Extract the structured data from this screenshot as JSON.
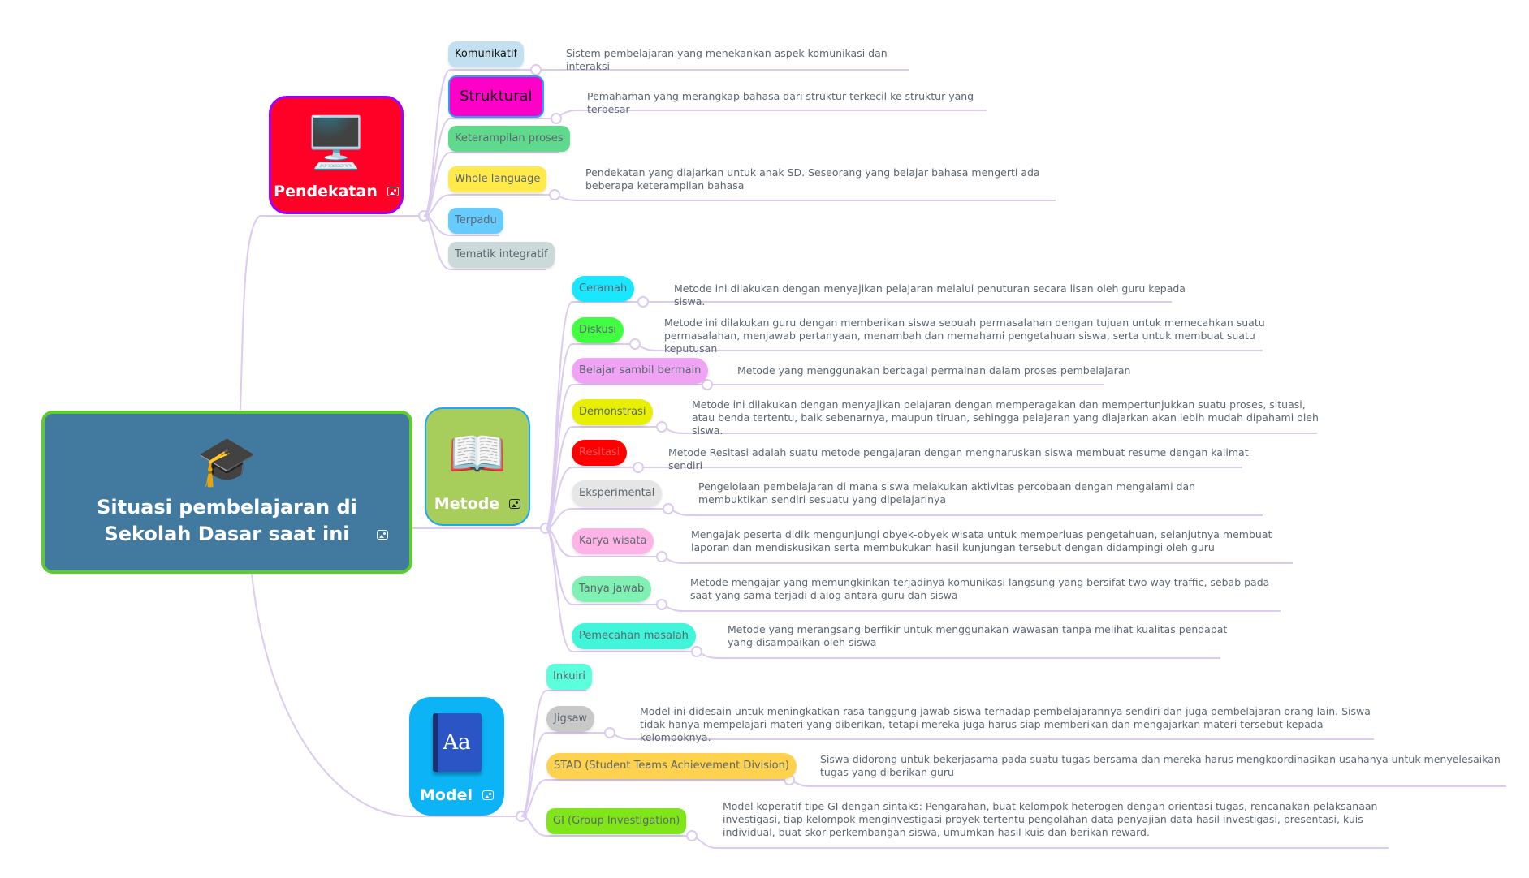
{
  "root": {
    "title": "Situasi pembelajaran di Sekolah Dasar saat ini",
    "icon": "graduation-cap-icon",
    "border_color": "#5ccc2e",
    "bg_color": "#42799f"
  },
  "branches": [
    {
      "label": "Pendekatan",
      "icon": "monitor-icon",
      "bg_color": "#ff0027",
      "border_color": "#a100ff",
      "children": [
        {
          "label": "Komunikatif",
          "color": "#c3e0f0",
          "text_color": "#111111",
          "desc": "Sistem pembelajaran yang menekankan aspek komunikasi dan interaksi"
        },
        {
          "label": "Struktural",
          "color": "#ff00c8",
          "text_color": "#111111",
          "border": "#1aa7ff",
          "desc": "Pemahaman yang merangkap bahasa dari struktur terkecil ke struktur yang terbesar"
        },
        {
          "label": "Keterampilan proses",
          "color": "#5fd98c",
          "desc": ""
        },
        {
          "label": "Whole language",
          "color": "#ffea4a",
          "desc": "Pendekatan yang diajarkan untuk anak SD. Seseorang yang belajar bahasa mengerti ada beberapa keterampilan bahasa"
        },
        {
          "label": "Terpadu",
          "color": "#66ccff",
          "desc": ""
        },
        {
          "label": "Tematik integratif",
          "color": "#ccd9d9",
          "desc": ""
        }
      ]
    },
    {
      "label": "Metode",
      "icon": "open-book-icon",
      "bg_color": "#a7cd5a",
      "border_color": "#1aa7ff",
      "children": [
        {
          "label": "Ceramah",
          "color": "#19e6ff",
          "desc": "Metode ini dilakukan dengan menyajikan pelajaran melalui penuturan secara lisan oleh guru kepada siswa."
        },
        {
          "label": "Diskusi",
          "color": "#40ff40",
          "desc": "Metode ini dilakukan guru dengan memberikan siswa sebuah permasalahan dengan tujuan untuk memecahkan suatu permasalahan, menjawab pertanyaan, menambah dan memahami pengetahuan siswa, serta untuk membuat suatu keputusan"
        },
        {
          "label": "Belajar sambil bermain",
          "color": "#f0a3f5",
          "desc": "Metode yang menggunakan berbagai permainan dalam proses pembelajaran"
        },
        {
          "label": "Demonstrasi",
          "color": "#e6f000",
          "desc": "Metode ini dilakukan dengan menyajikan pelajaran dengan memperagakan dan mempertunjukkan suatu proses, situasi, atau benda tertentu, baik sebenarnya, maupun tiruan, sehingga pelajaran yang diajarkan akan lebih mudah dipahami oleh siswa."
        },
        {
          "label": "Resitasi",
          "color": "#ff0000",
          "text_color": "#e85a5a",
          "desc": "Metode Resitasi adalah suatu metode pengajaran dengan mengharuskan siswa membuat resume dengan kalimat sendiri"
        },
        {
          "label": "Eksperimental",
          "color": "#e6e6e6",
          "desc": "Pengelolaan pembelajaran di mana siswa melakukan aktivitas percobaan dengan mengalami dan membuktikan sendiri sesuatu yang dipelajarinya"
        },
        {
          "label": "Karya wisata",
          "color": "#ffb3e6",
          "desc": "Mengajak peserta didik mengunjungi obyek-obyek wisata untuk memperluas pengetahuan, selanjutnya membuat laporan dan mendiskusikan serta membukukan hasil kunjungan tersebut dengan didampingi oleh guru"
        },
        {
          "label": "Tanya jawab",
          "color": "#80f0b3",
          "desc": "Metode mengajar yang memungkinkan terjadinya komunikasi langsung yang bersifat two way traffic, sebab pada saat yang sama terjadi dialog antara guru dan siswa"
        },
        {
          "label": "Pemecahan masalah",
          "color": "#40f5d9",
          "desc": "Metode yang merangsang berfikir untuk menggunakan wawasan tanpa melihat kualitas pendapat yang disampaikan oleh siswa"
        }
      ]
    },
    {
      "label": "Model",
      "icon": "dictionary-book-icon",
      "bg_color": "#0db4f5",
      "border_color": "#0db4f5",
      "children": [
        {
          "label": "Inkuiri",
          "color": "#5cffdb",
          "desc": ""
        },
        {
          "label": "Jigsaw",
          "color": "#c8c8c8",
          "desc": "Model ini didesain untuk meningkatkan rasa tanggung jawab siswa terhadap pembelajarannya sendiri dan juga pembelajaran orang lain. Siswa tidak hanya mempelajari materi yang diberikan, tetapi mereka juga harus siap memberikan dan mengajarkan materi tersebut kepada kelompoknya."
        },
        {
          "label": "STAD (Student Teams Achievement Division)",
          "color": "#ffd24d",
          "desc": "Siswa didorong untuk bekerjasama pada suatu tugas bersama dan mereka harus mengkoordinasikan usahanya untuk menyelesaikan tugas yang diberikan guru"
        },
        {
          "label": "GI (Group Investigation)",
          "color": "#80e619",
          "desc": "Model koperatif tipe GI dengan sintaks: Pengarahan, buat kelompok heterogen dengan orientasi tugas, rencanakan pelaksanaan investigasi, tiap kelompok menginvestigasi proyek tertentu pengolahan data penyajian data hasil investigasi, presentasi, kuis individual, buat skor perkembangan siswa, umumkan hasil kuis dan berikan reward."
        }
      ]
    }
  ],
  "link_color": "#dccbf0"
}
